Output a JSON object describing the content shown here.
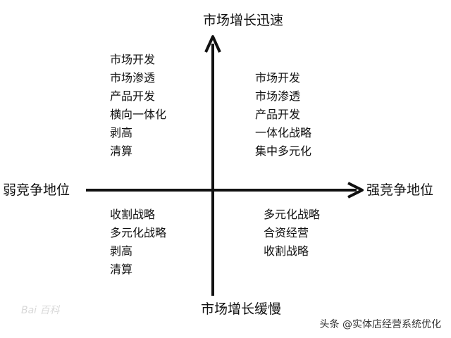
{
  "axes": {
    "top": "市场增长迅速",
    "bottom": "市场增长缓慢",
    "left": "弱竞争地位",
    "right": "强竞争地位"
  },
  "quadrants": {
    "top_left": [
      "市场开发",
      "市场渗透",
      "产品开发",
      "横向一体化",
      "剥高",
      "清算"
    ],
    "top_right": [
      "市场开发",
      "市场渗透",
      "产品开发",
      "一体化战略",
      "集中多元化"
    ],
    "bottom_left": [
      "收割战略",
      "多元化战略",
      "剥高",
      "清算"
    ],
    "bottom_right": [
      "多元化战略",
      "合资经营",
      "收割战略"
    ]
  },
  "watermark": "Bai 百科",
  "credit": "头条 @实体店经营系统优化",
  "colors": {
    "line": "#111111",
    "background": "#ffffff"
  }
}
